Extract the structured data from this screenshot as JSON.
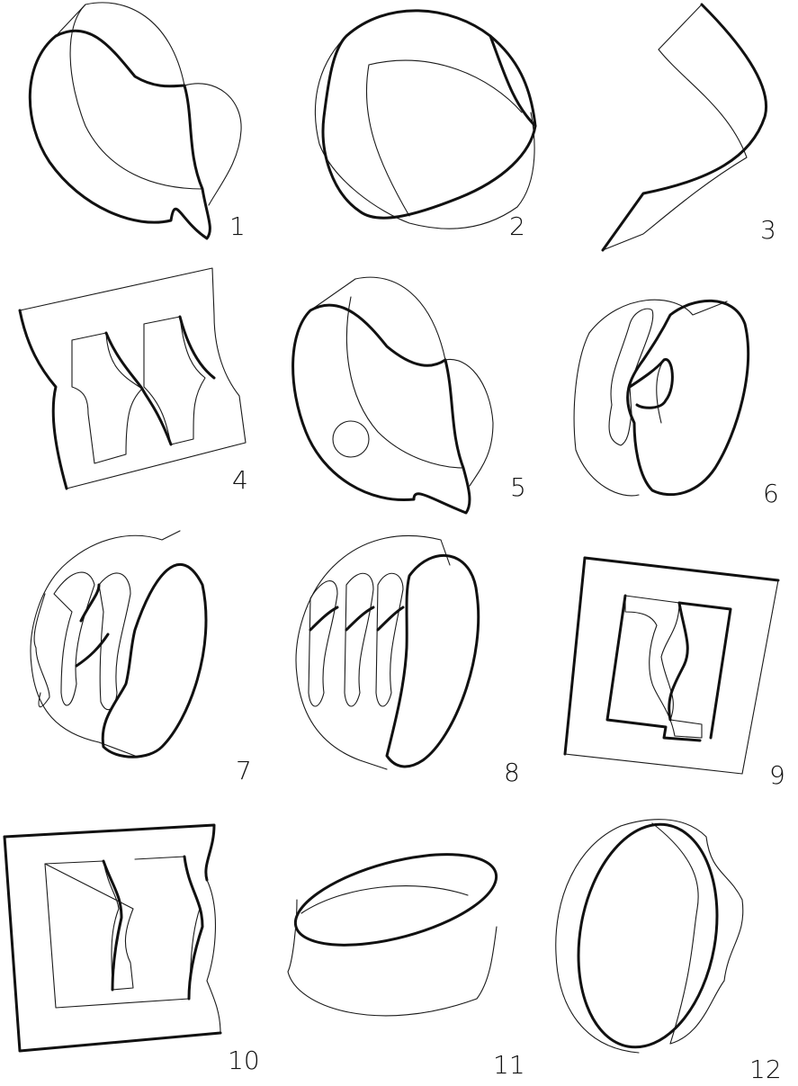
{
  "figures": [
    {
      "label": "1",
      "shape": "band-with-half-twist"
    },
    {
      "label": "2",
      "shape": "band-with-half-twist"
    },
    {
      "label": "3",
      "shape": "strip-segment"
    },
    {
      "label": "4",
      "shape": "frame-with-two-twisted-bridges"
    },
    {
      "label": "5",
      "shape": "band-with-half-twist-and-hole"
    },
    {
      "label": "6",
      "shape": "band-with-twisted-slot"
    },
    {
      "label": "7",
      "shape": "band-with-two-twisted-slots"
    },
    {
      "label": "8",
      "shape": "band-with-three-twisted-strands"
    },
    {
      "label": "9",
      "shape": "frame-with-twisted-bridge"
    },
    {
      "label": "10",
      "shape": "frame-with-twisted-bridges"
    },
    {
      "label": "11",
      "shape": "untwisted-band"
    },
    {
      "label": "12",
      "shape": "band-with-two-half-twists"
    }
  ]
}
